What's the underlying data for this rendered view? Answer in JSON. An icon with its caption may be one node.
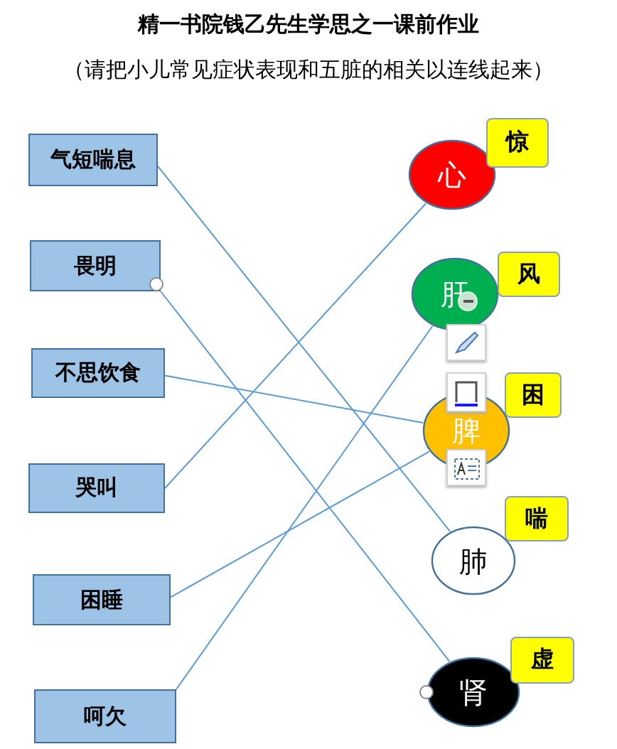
{
  "diagram": {
    "title": "精一书院钱乙先生学思之一课前作业",
    "nodes": [
      {
        "text": [
          "气短喘息"
        ]
      },
      {
        "text": [
          "畏明"
        ]
      },
      {
        "text": [
          "不思饮食"
        ]
      },
      {
        "text": [
          "哭叫"
        ]
      },
      {
        "text": [
          "困睡"
        ]
      },
      {
        "text": [
          "呵欠"
        ]
      },
      {
        "text": [
          "心"
        ]
      },
      {
        "text": [
          "肝"
        ]
      },
      {
        "text": [
          "脾"
        ]
      },
      {
        "text": [
          "肺"
        ]
      },
      {
        "text": [
          "肾"
        ]
      },
      {
        "text": [
          "惊"
        ]
      },
      {
        "text": [
          "风"
        ]
      },
      {
        "text": [
          "困"
        ]
      },
      {
        "text": [
          "喘"
        ]
      },
      {
        "text": [
          "虚"
        ]
      }
    ],
    "edges": [
      {
        "from": 0,
        "to": 9,
        "arrow": "none"
      },
      {
        "from": 1,
        "to": 10,
        "arrow": "none"
      },
      {
        "from": 2,
        "to": 8,
        "arrow": "none"
      },
      {
        "from": 3,
        "to": 6,
        "arrow": "none"
      },
      {
        "from": 4,
        "to": 8,
        "arrow": "none"
      },
      {
        "from": 5,
        "to": 7,
        "arrow": "none"
      }
    ],
    "labels": [
      "（请把小儿常见症状表现和五脏的相关以连线起来）"
    ]
  }
}
